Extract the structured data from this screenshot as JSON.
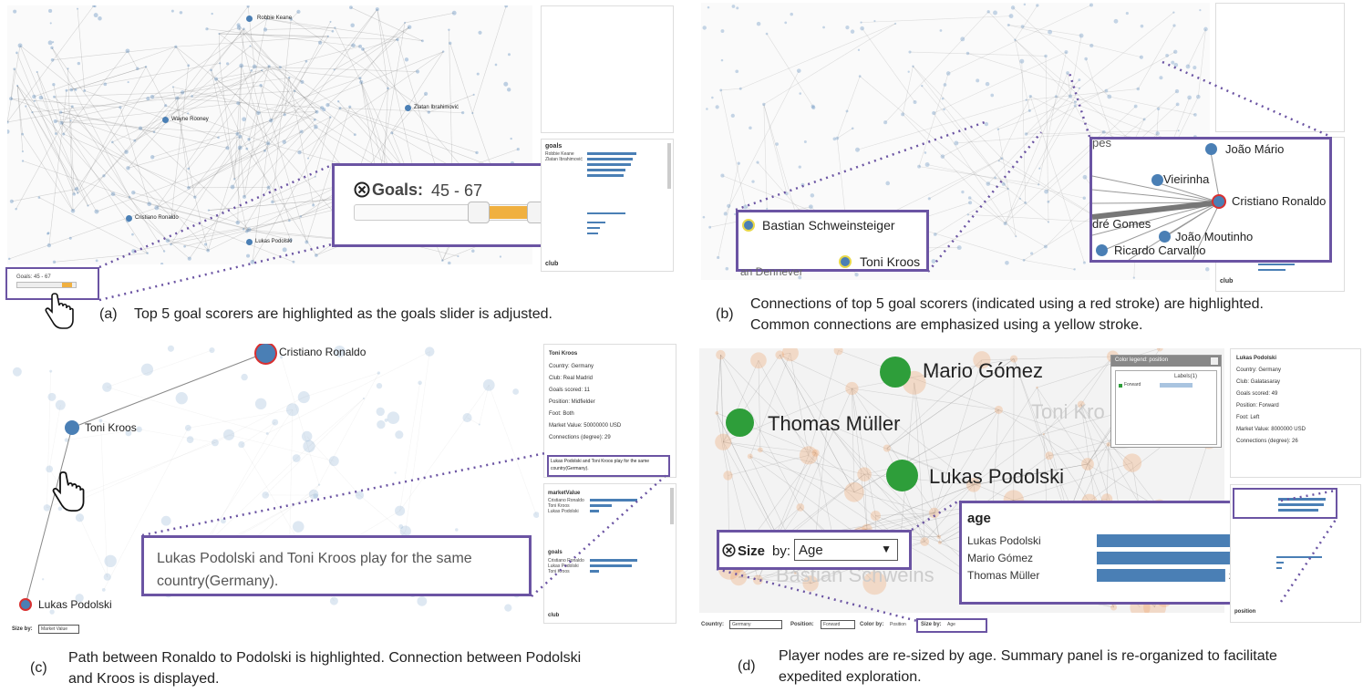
{
  "colors": {
    "accent": "#6b54a3",
    "node": "#4a7fb5",
    "highlight_red": "#d93030",
    "highlight_yellow": "#e8d84a",
    "green": "#2e9e3a",
    "slider_orange": "#f0b040"
  },
  "panel_a": {
    "letter": "(a)",
    "caption": "Top 5 goal scorers are highlighted as the goals slider is adjusted.",
    "labels": [
      "Robbie Keane",
      "Wayne Rooney",
      "Zlatan Ibrahimović",
      "Cristiano Ronaldo",
      "Lukas Podolski"
    ],
    "mini_filter": "Goals: 45 - 67",
    "callout_title": "Goals:",
    "callout_range": "45 - 67",
    "side_title": "goals",
    "side_names": [
      "Robbie Keane",
      "Zlatan Ibrahimović",
      "",
      "",
      ""
    ],
    "side_footer": "club"
  },
  "panel_b": {
    "letter": "(b)",
    "caption_line1": "Connections of top 5 goal scorers (indicated using a red stroke) are highlighted.",
    "caption_line2": "Common connections are emphasized using a yellow stroke.",
    "left_callout": [
      "Bastian Schweinsteiger",
      "Toni Kroos",
      "an Dennever"
    ],
    "right_callout": [
      "João Mário",
      "Vieirinha",
      "Cristiano Ronaldo",
      "dré Gomes",
      "João Moutinho",
      "Ricardo Carvalho"
    ],
    "right_partial": "pes",
    "side_footer": "club"
  },
  "panel_c": {
    "letter": "(c)",
    "caption_line1": "Path between Ronaldo to Podolski is highlighted. Connection between Podolski",
    "caption_line2": "and Kroos is displayed.",
    "nodes": [
      "Cristiano Ronaldo",
      "Toni Kroos",
      "Lukas Podolski"
    ],
    "callout": "Lukas Podolski and Toni Kroos play for the same country(Germany).",
    "size_by_label": "Size by:",
    "size_by_value": "Market Value",
    "detail": {
      "title": "Toni Kroos",
      "rows": [
        "Country: Germany",
        "Club: Real Madrid",
        "Goals scored: 11",
        "Position: Midfielder",
        "Foot: Both",
        "Market Value: 50000000 USD",
        "Connections (degree): 29"
      ],
      "note": "Lukas Podolski and Toni Kroos play for the same country(Germany)."
    },
    "summary": {
      "market_title": "marketValue",
      "market_names": [
        "Cristiano Ronaldo",
        "Toni Kroos",
        "Lukas Podolski"
      ],
      "goals_title": "goals",
      "goals_names": [
        "Cristiano Ronaldo",
        "Lukas Podolski",
        "Toni Kroos"
      ],
      "footer": "club"
    }
  },
  "panel_d": {
    "letter": "(d)",
    "caption_line1": "Player nodes are re-sized by age. Summary panel is re-organized to facilitate",
    "caption_line2": "expedited exploration.",
    "nodes": [
      "Mario Gómez",
      "Thomas Müller",
      "Lukas Podolski"
    ],
    "faded": [
      "Toni Kro",
      "Bastian Schweins"
    ],
    "legend_title": "Color legend: position",
    "legend_header": "Labels(1)",
    "legend_item": "Forward",
    "size_by_label": "Size",
    "size_by_suffix": "by:",
    "size_by_value": "Age",
    "age_title": "age",
    "age_chart": {
      "names": [
        "Lukas Podolski",
        "Mario Gómez",
        "Thomas Müller"
      ],
      "values": [
        31,
        30,
        26
      ],
      "max": 31
    },
    "detail": {
      "title": "Lukas Podolski",
      "rows": [
        "Country: Germany",
        "Club: Galatasaray",
        "Goals scored: 49",
        "Position: Forward",
        "Foot: Left",
        "Market Value: 8000000 USD",
        "Connections (degree): 26"
      ]
    },
    "controls": {
      "country_label": "Country:",
      "country_value": "Germany",
      "position_label": "Position:",
      "position_value": "Forward",
      "color_label": "Color by:",
      "color_value": "Position",
      "size_label": "Size by:",
      "size_value": "Age"
    },
    "side_footer": "position"
  }
}
